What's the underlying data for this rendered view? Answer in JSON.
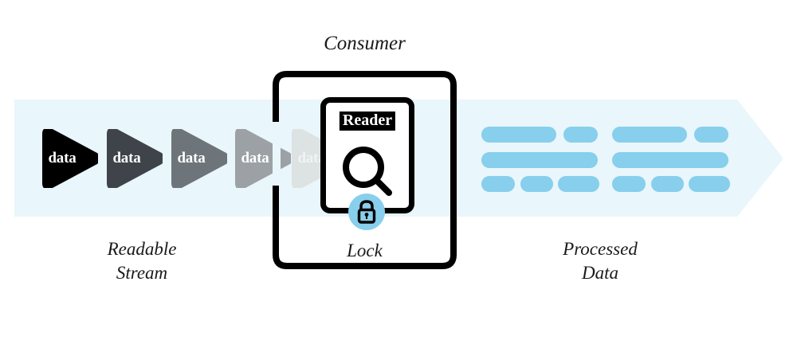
{
  "diagram": {
    "title": "Readable Stream consumed by a locked Reader producing Processed Data",
    "colors": {
      "band": "#E9F6FB",
      "bar": "#87CFEC",
      "lock_circle": "#87CFEC",
      "outline": "#000000",
      "text": "#1a1a1a"
    }
  },
  "consumer": {
    "title": "Consumer",
    "reader": {
      "badge_label": "Reader",
      "magnifier_icon": "magnifier-icon",
      "lock_icon": "lock-icon"
    },
    "lock_caption": "Lock"
  },
  "stream": {
    "caption_line1": "Readable",
    "caption_line2": "Stream",
    "arrows": [
      {
        "label": "data",
        "color": "#000000"
      },
      {
        "label": "data",
        "color": "#3E4449"
      },
      {
        "label": "data",
        "color": "#6E757A"
      },
      {
        "label": "data",
        "color": "#9BA1A5"
      },
      {
        "label": "data",
        "color": "#DDE2E3"
      }
    ]
  },
  "processed": {
    "caption_line1": "Processed",
    "caption_line2": "Data",
    "groups": [
      {
        "rows": [
          {
            "bars": [
              {
                "w": 94
              },
              {
                "w": 43
              }
            ]
          },
          {
            "bars": [
              {
                "w": 143
              }
            ]
          },
          {
            "bars": [
              {
                "w": 42
              },
              {
                "w": 41
              },
              {
                "w": 52
              }
            ]
          }
        ]
      },
      {
        "rows": [
          {
            "bars": [
              {
                "w": 94
              },
              {
                "w": 43
              }
            ]
          },
          {
            "bars": [
              {
                "w": 143
              }
            ]
          },
          {
            "bars": [
              {
                "w": 42
              },
              {
                "w": 41
              },
              {
                "w": 52
              }
            ]
          }
        ]
      }
    ]
  }
}
